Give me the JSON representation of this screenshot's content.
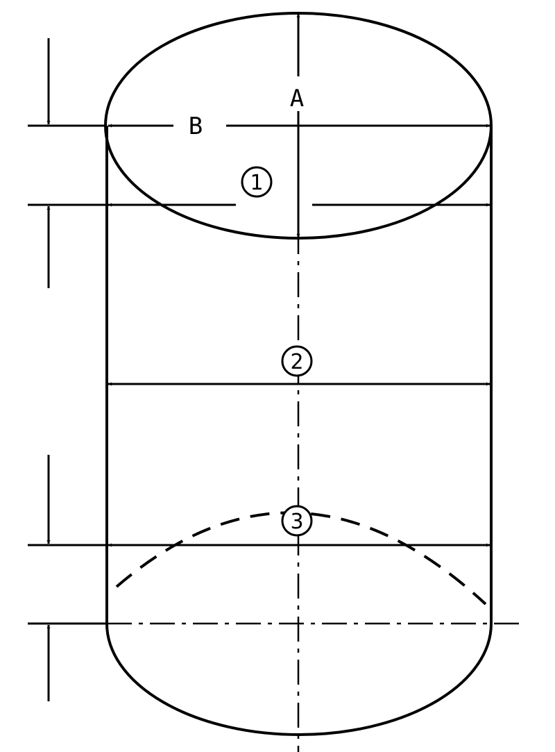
{
  "diagram": {
    "labels": {
      "height_dimension": "A",
      "diameter_dimension": "B"
    },
    "measurement_points": [
      {
        "marker": "1"
      },
      {
        "marker": "2"
      },
      {
        "marker": "3"
      }
    ]
  }
}
